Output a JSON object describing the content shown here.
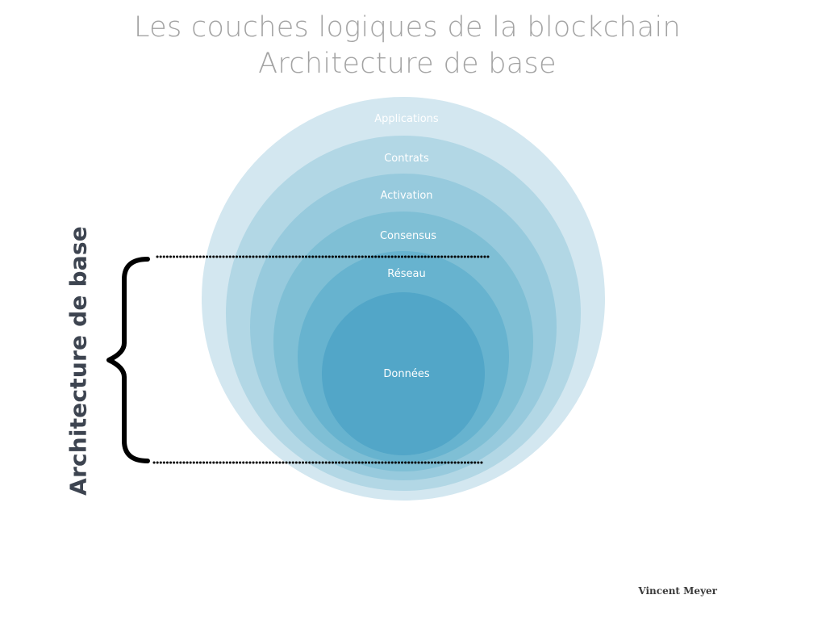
{
  "title": {
    "line1": "Les couches logiques de la blockchain",
    "line2": "Architecture de base"
  },
  "layers": [
    {
      "label": "Applications",
      "color": "#d3e7f0"
    },
    {
      "label": "Contrats",
      "color": "#b2d7e5"
    },
    {
      "label": "Activation",
      "color": "#97cadd"
    },
    {
      "label": "Consensus",
      "color": "#7fbfd5"
    },
    {
      "label": "Réseau",
      "color": "#67b3cf"
    },
    {
      "label": "Données",
      "color": "#52a6c8"
    }
  ],
  "bracket": {
    "label": "Architecture de base",
    "color": "#000000"
  },
  "author": "Vincent Meyer"
}
